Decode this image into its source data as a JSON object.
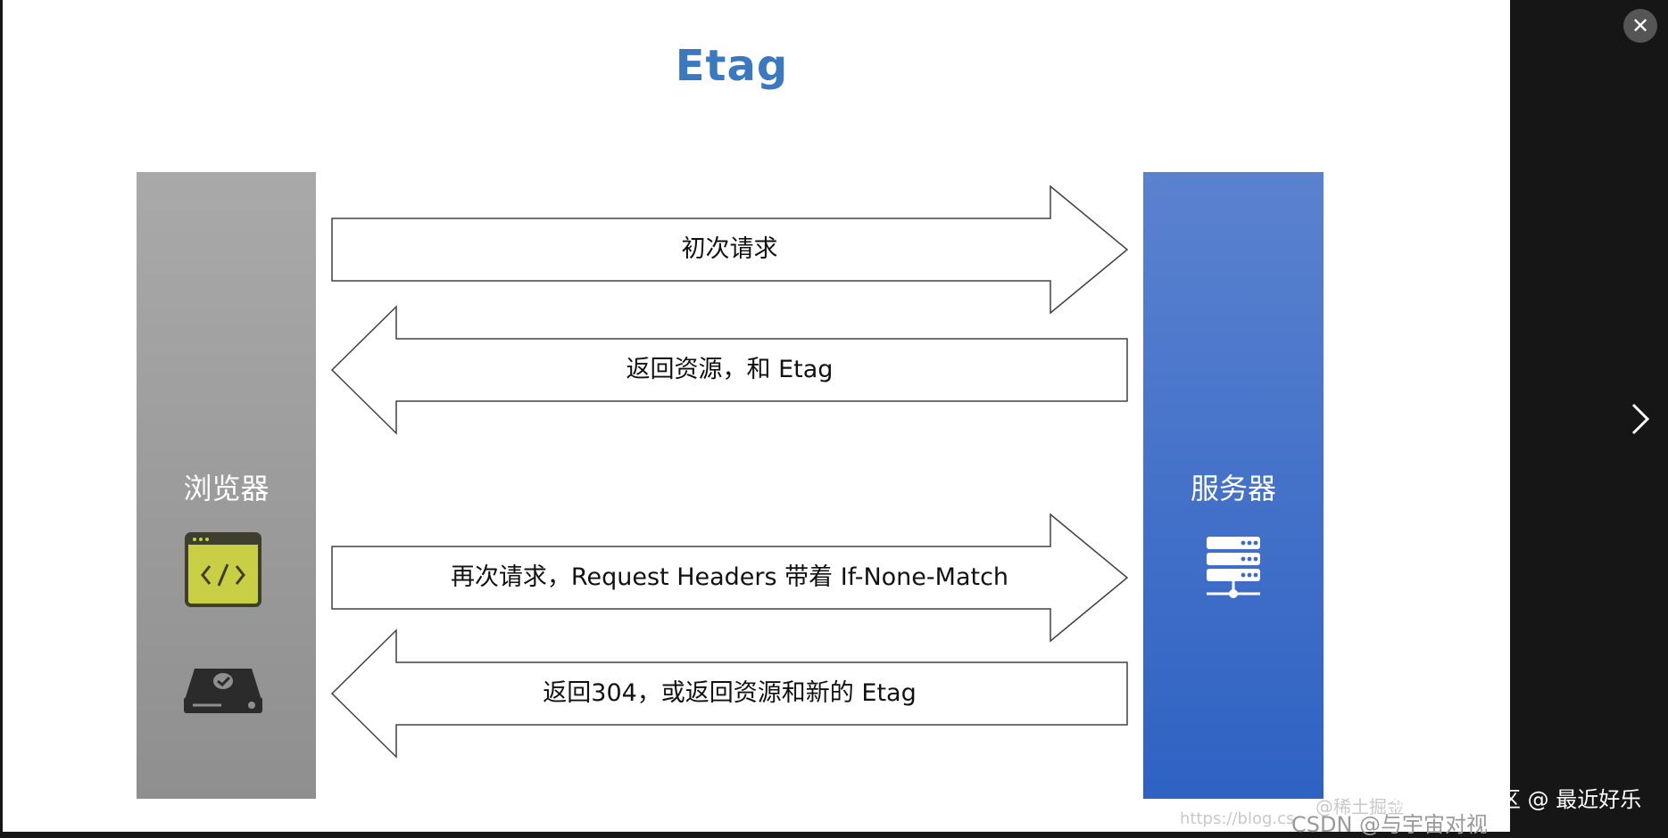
{
  "slide": {
    "title": "Etag",
    "browser_label": "浏览器",
    "server_label": "服务器",
    "arrows": [
      {
        "direction": "right",
        "label": "初次请求"
      },
      {
        "direction": "left",
        "label": "返回资源，和 Etag"
      },
      {
        "direction": "right",
        "label": "再次请求，Request Headers 带着 If-None-Match"
      },
      {
        "direction": "left",
        "label": "返回304，或返回资源和新的 Etag"
      }
    ]
  },
  "viewer": {
    "close_icon": "close-icon",
    "next_icon": "chevron-right-icon",
    "watermark_site": "掘金技术社区 @ 最近好乐",
    "watermark_csdn": "CSDN @与宇宙对视",
    "watermark_url": "https://blog.cs",
    "watermark_user": "@稀土掘金"
  },
  "colors": {
    "title": "#3a78c0",
    "browser_column": "#9e9e9e",
    "server_column": "#3a6cc9",
    "code_icon_fill": "#c9cf45"
  }
}
